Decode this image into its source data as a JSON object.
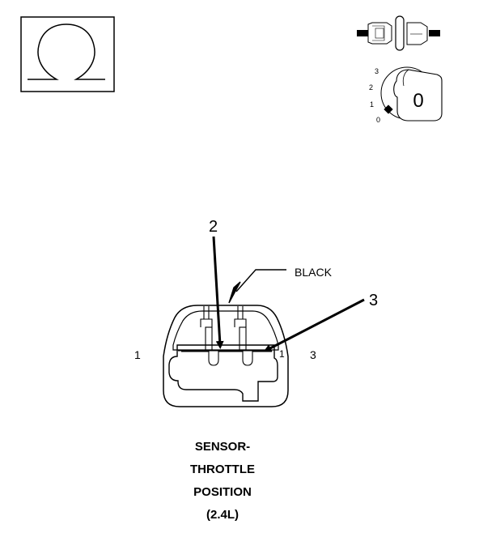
{
  "ohmmeter_icon": {
    "symbol": "Ω",
    "icon": "ohm-icon"
  },
  "ignition_icon": {
    "icon": "ignition-key-icon",
    "positions": [
      "3",
      "2",
      "1",
      "0"
    ],
    "selected": "0",
    "key_label": "0"
  },
  "connector": {
    "color_label": "BLACK",
    "pin_callouts": [
      "2",
      "3"
    ],
    "side_labels": {
      "left": "1",
      "right": "3"
    },
    "cavity_mark": "1"
  },
  "caption": [
    "SENSOR-",
    "THROTTLE",
    "POSITION",
    "(2.4L)"
  ],
  "colors": {
    "stroke": "#000000",
    "background": "#ffffff"
  }
}
